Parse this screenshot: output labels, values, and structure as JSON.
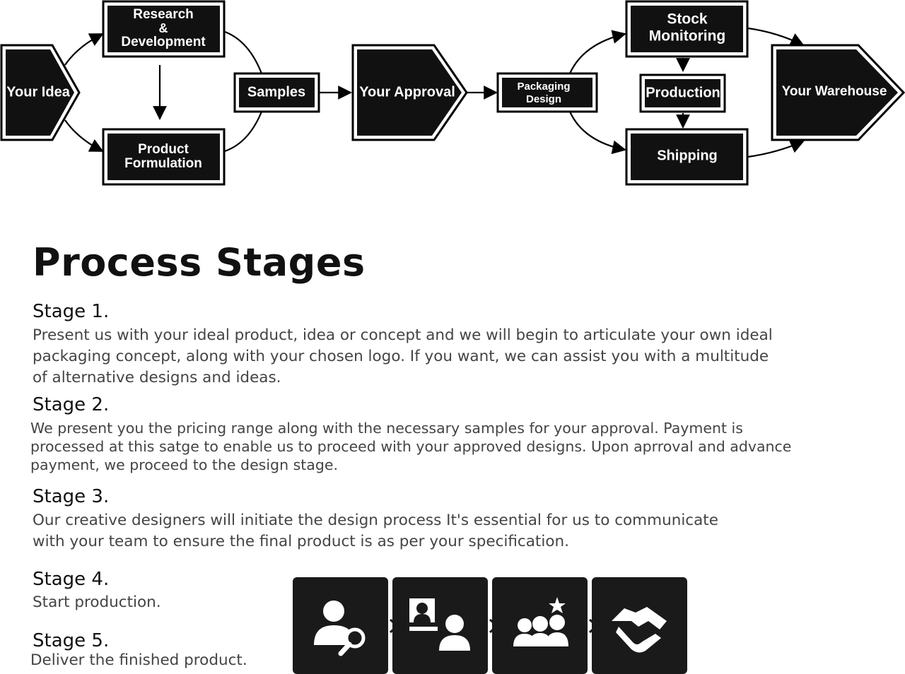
{
  "flow": {
    "your_idea": "Your Idea",
    "research_line1": "Research",
    "research_line2": "&",
    "research_line3": "Development",
    "product_line1": "Product",
    "product_line2": "Formulation",
    "samples": "Samples",
    "your_approval": "Your Approval",
    "packaging_line1": "Packaging",
    "packaging_line2": "Design",
    "stock_line1": "Stock",
    "stock_line2": "Monitoring",
    "production": "Production",
    "shipping": "Shipping",
    "your_warehouse": "Your Warehouse"
  },
  "title": "Process Stages",
  "stages": [
    {
      "heading": "Stage 1.",
      "lines": [
        "Present us with your ideal product, idea or concept and we will begin to articulate your own ideal",
        "packaging concept, along with your chosen logo. If you want, we can assist you with a multitude",
        "of alternative designs and ideas."
      ]
    },
    {
      "heading": "Stage 2.",
      "lines": [
        "We present you the pricing range along with the necessary samples for your approval. Payment is",
        "processed at this satge to enable us to proceed with your approved designs. Upon aprroval and advance",
        "payment, we proceed to the design stage."
      ]
    },
    {
      "heading": "Stage 3.",
      "lines": [
        "Our creative designers will initiate the design process It's essential for us to communicate",
        "with your team to ensure the final product is as per your specification."
      ]
    },
    {
      "heading": "Stage 4.",
      "lines": [
        "Start production."
      ]
    },
    {
      "heading": "Stage 5.",
      "lines": [
        "Deliver the finished product."
      ]
    }
  ],
  "icons": [
    "user-search-icon",
    "presenter-audience-icon",
    "team-star-icon",
    "handshake-icon"
  ],
  "colors": {
    "node_fill": "#111111",
    "node_text": "#ffffff",
    "body_text": "#444444",
    "heading_text": "#111111"
  }
}
